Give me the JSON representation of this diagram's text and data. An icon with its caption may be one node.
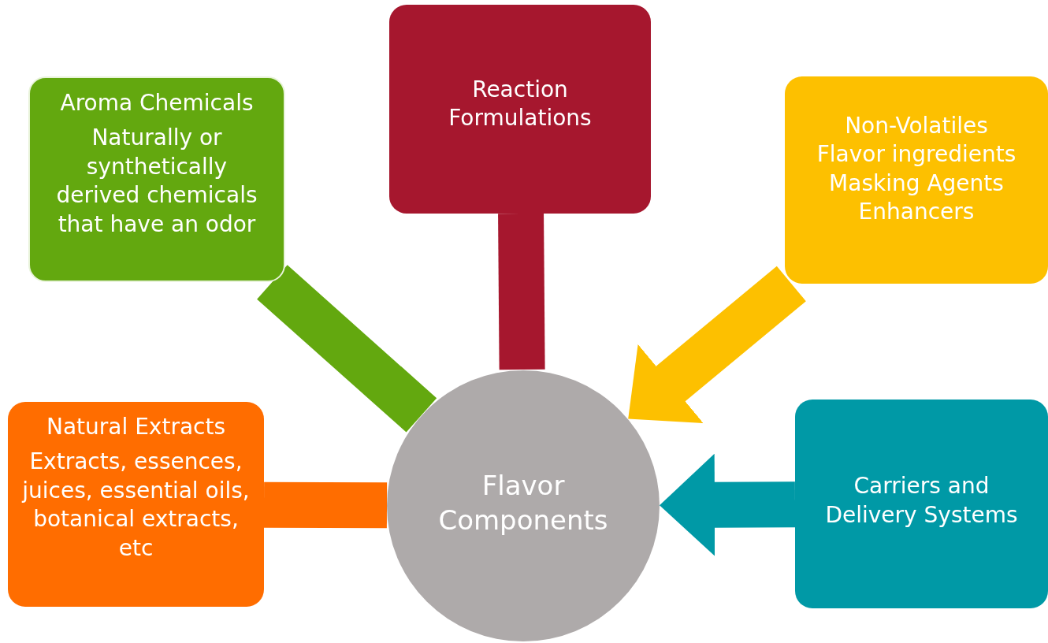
{
  "diagram": {
    "nodes": [
      {
        "text": [
          "Aroma Chemicals",
          "Naturally or synthetically derived chemicals that have an odor"
        ]
      },
      {
        "text": [
          "Reaction Formulations"
        ]
      },
      {
        "text": [
          "Non-Volatiles",
          "Flavor ingredients",
          "Masking Agents",
          "Enhancers"
        ]
      },
      {
        "text": [
          "Natural Extracts",
          "Extracts, essences, juices, essential oils, botanical extracts, etc"
        ]
      },
      {
        "text": [
          "Flavor Components"
        ]
      },
      {
        "text": [
          "Carriers and Delivery Systems"
        ]
      }
    ],
    "edges": [
      {
        "from": 0,
        "to": 4,
        "arrow": "none",
        "color": "#63a80f"
      },
      {
        "from": 1,
        "to": 4,
        "arrow": "none",
        "color": "#a6172e"
      },
      {
        "from": 2,
        "to": 4,
        "arrow": "to",
        "color": "#fdc000"
      },
      {
        "from": 3,
        "to": 4,
        "arrow": "none",
        "color": "#ff6d00"
      },
      {
        "from": 5,
        "to": 4,
        "arrow": "to",
        "color": "#0099a6"
      }
    ]
  }
}
